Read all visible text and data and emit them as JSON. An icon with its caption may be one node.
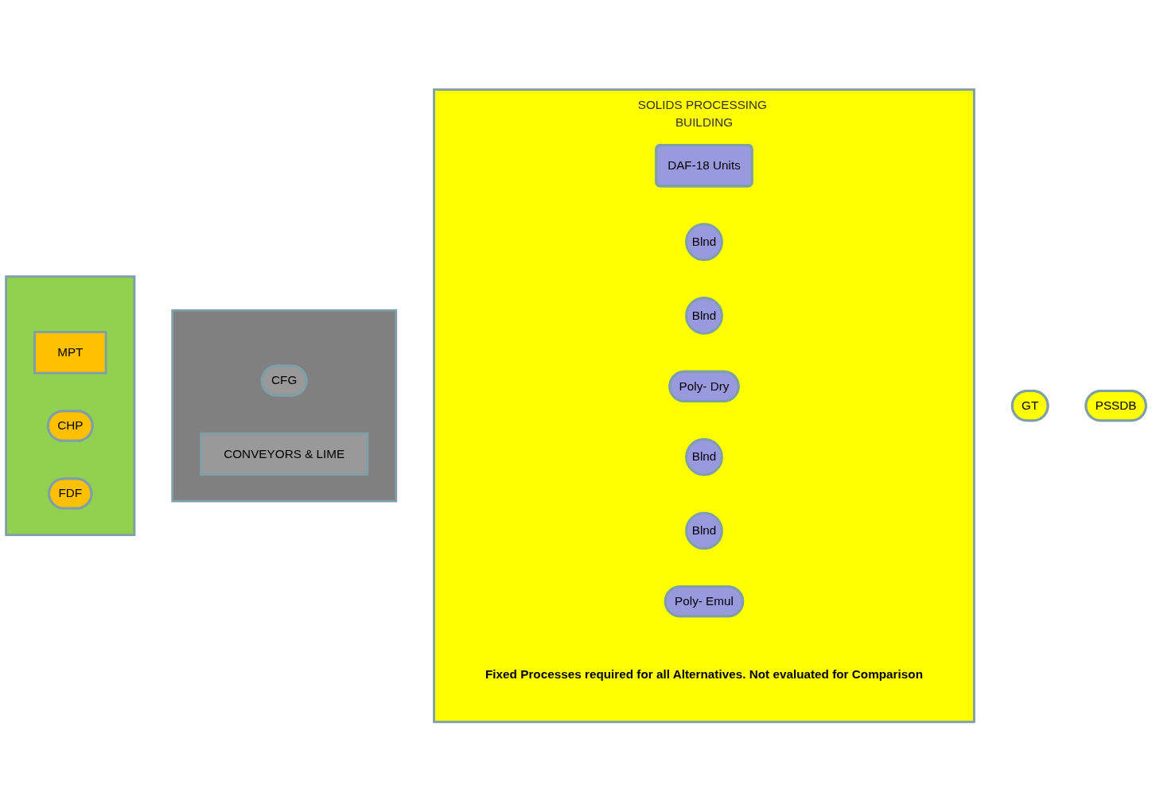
{
  "diagram": {
    "nodes": [
      {
        "text": [
          "GT"
        ]
      },
      {
        "text": [
          "PSSDB"
        ]
      },
      {
        "text": [
          "SOLIDS PROCESSING BUILDING",
          "Fixed Processes required for all Alternatives. Not evaluated for Comparison"
        ]
      },
      {
        "text": [
          "DAF-18 Units"
        ],
        "in": 2
      },
      {
        "text": [
          "Blnd"
        ],
        "in": 2
      },
      {
        "text": [
          "Blnd"
        ],
        "in": 2
      },
      {
        "text": [
          "Poly- Dry"
        ],
        "in": 2
      },
      {
        "text": [
          "Blnd"
        ],
        "in": 2
      },
      {
        "text": [
          "Blnd"
        ],
        "in": 2
      },
      {
        "text": [
          "Poly- Emul"
        ],
        "in": 2
      },
      {
        "text": [],
        "shape": "box"
      },
      {
        "text": [
          "CFG"
        ],
        "in": 10
      },
      {
        "text": [
          "CONVEYORS & LIME"
        ],
        "in": 10
      },
      {
        "text": [],
        "shape": "box"
      },
      {
        "text": [
          "MPT"
        ],
        "in": 13
      },
      {
        "text": [
          "CHP"
        ],
        "in": 13
      },
      {
        "text": [
          "FDF"
        ],
        "in": 13
      }
    ],
    "edges": []
  }
}
